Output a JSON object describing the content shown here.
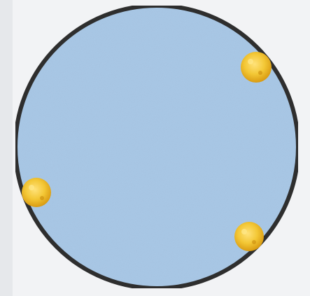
{
  "diagram": {
    "colors": {
      "background": "#f2f3f5",
      "circle_fill": "#a9c8e6",
      "circle_stroke": "#2e2e2e",
      "blob_fill": "#f2c230",
      "blob_stroke": "#e0a818"
    },
    "elements": {
      "outer_circle": "circle",
      "blobs": [
        "yellow-blob",
        "yellow-blob",
        "yellow-blob"
      ]
    }
  }
}
